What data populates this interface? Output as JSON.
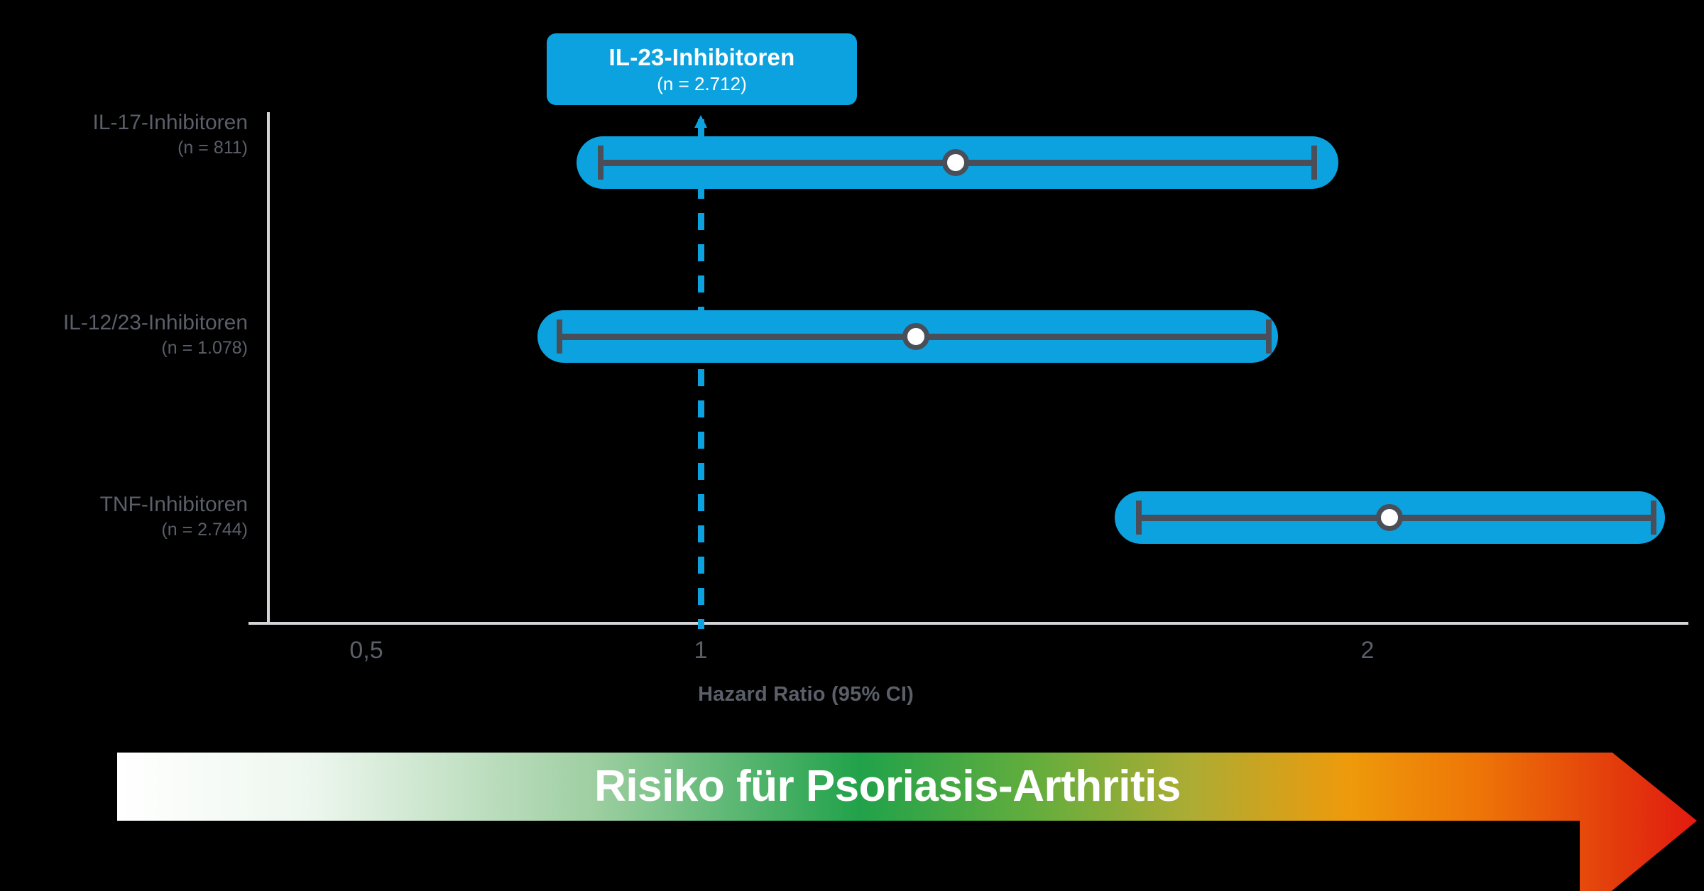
{
  "chart_data": {
    "type": "scatter",
    "subtype": "forest-plot",
    "title": "",
    "xlabel": "Hazard Ratio (95% CI)",
    "ylabel": "",
    "xscale": "log",
    "xticks": [
      "0,5",
      "1",
      "2"
    ],
    "xtick_values": [
      0.5,
      1,
      2
    ],
    "xlim": [
      0.4,
      2.6
    ],
    "grid": false,
    "reference_line": 1,
    "reference_group": {
      "label": "IL-23-Inhibitoren",
      "n_label": "(n = 2.712)",
      "n": 2712,
      "hazard_ratio": 1.0
    },
    "categories": [
      "IL-17-Inhibitoren",
      "IL-12/23-Inhibitoren",
      "TNF-Inhibitoren"
    ],
    "rows": [
      {
        "label": "IL-17-Inhibitoren",
        "n_label": "(n = 811)",
        "n": 811,
        "hr": 1.25,
        "ci_low": 0.81,
        "ci_high": 1.93
      },
      {
        "label": "IL-12/23-Inhibitoren",
        "n_label": "(n = 1.078)",
        "n": 1078,
        "hr": 1.18,
        "ci_low": 0.77,
        "ci_high": 1.83
      },
      {
        "label": "TNF-Inhibitoren",
        "n_label": "(n = 2.744)",
        "n": 2744,
        "hr": 2.05,
        "ci_low": 1.52,
        "ci_high": 2.53
      }
    ],
    "colors": {
      "pill": "#0CA2DF",
      "reference_line": "#0CA2DF",
      "ci_line": "#4A4E58",
      "marker_fill": "#FFFFFF",
      "axis": "#D4D4D8",
      "text": "#5A5F69",
      "background": "#000000"
    }
  },
  "banner": {
    "text": "Risiko für Psoriasis-Arthritis",
    "gradient_from": "#FFFFFF",
    "gradient_mid": "#21A24A",
    "gradient_to": "#E21A10"
  }
}
